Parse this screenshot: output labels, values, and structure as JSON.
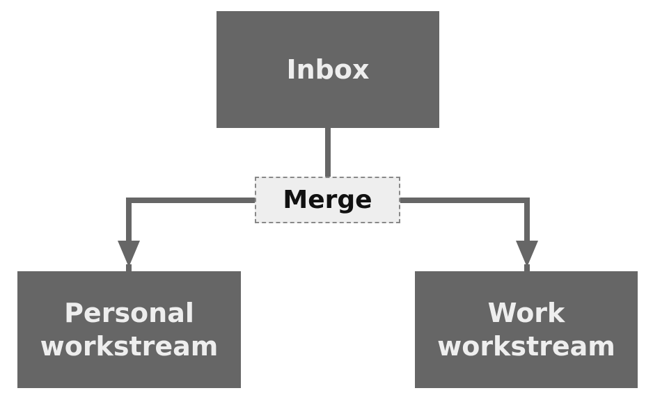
{
  "diagram": {
    "nodes": {
      "inbox": {
        "label": "Inbox"
      },
      "personal": {
        "line1": "Personal",
        "line2": "workstream"
      },
      "work": {
        "line1": "Work",
        "line2": "workstream"
      }
    },
    "edge_label": "Merge",
    "colors": {
      "node_fill": "#666666",
      "node_text": "#eeeeee",
      "edge": "#666666",
      "label_fill": "#eeeeee",
      "label_border": "#888888",
      "label_text": "#111111"
    }
  }
}
